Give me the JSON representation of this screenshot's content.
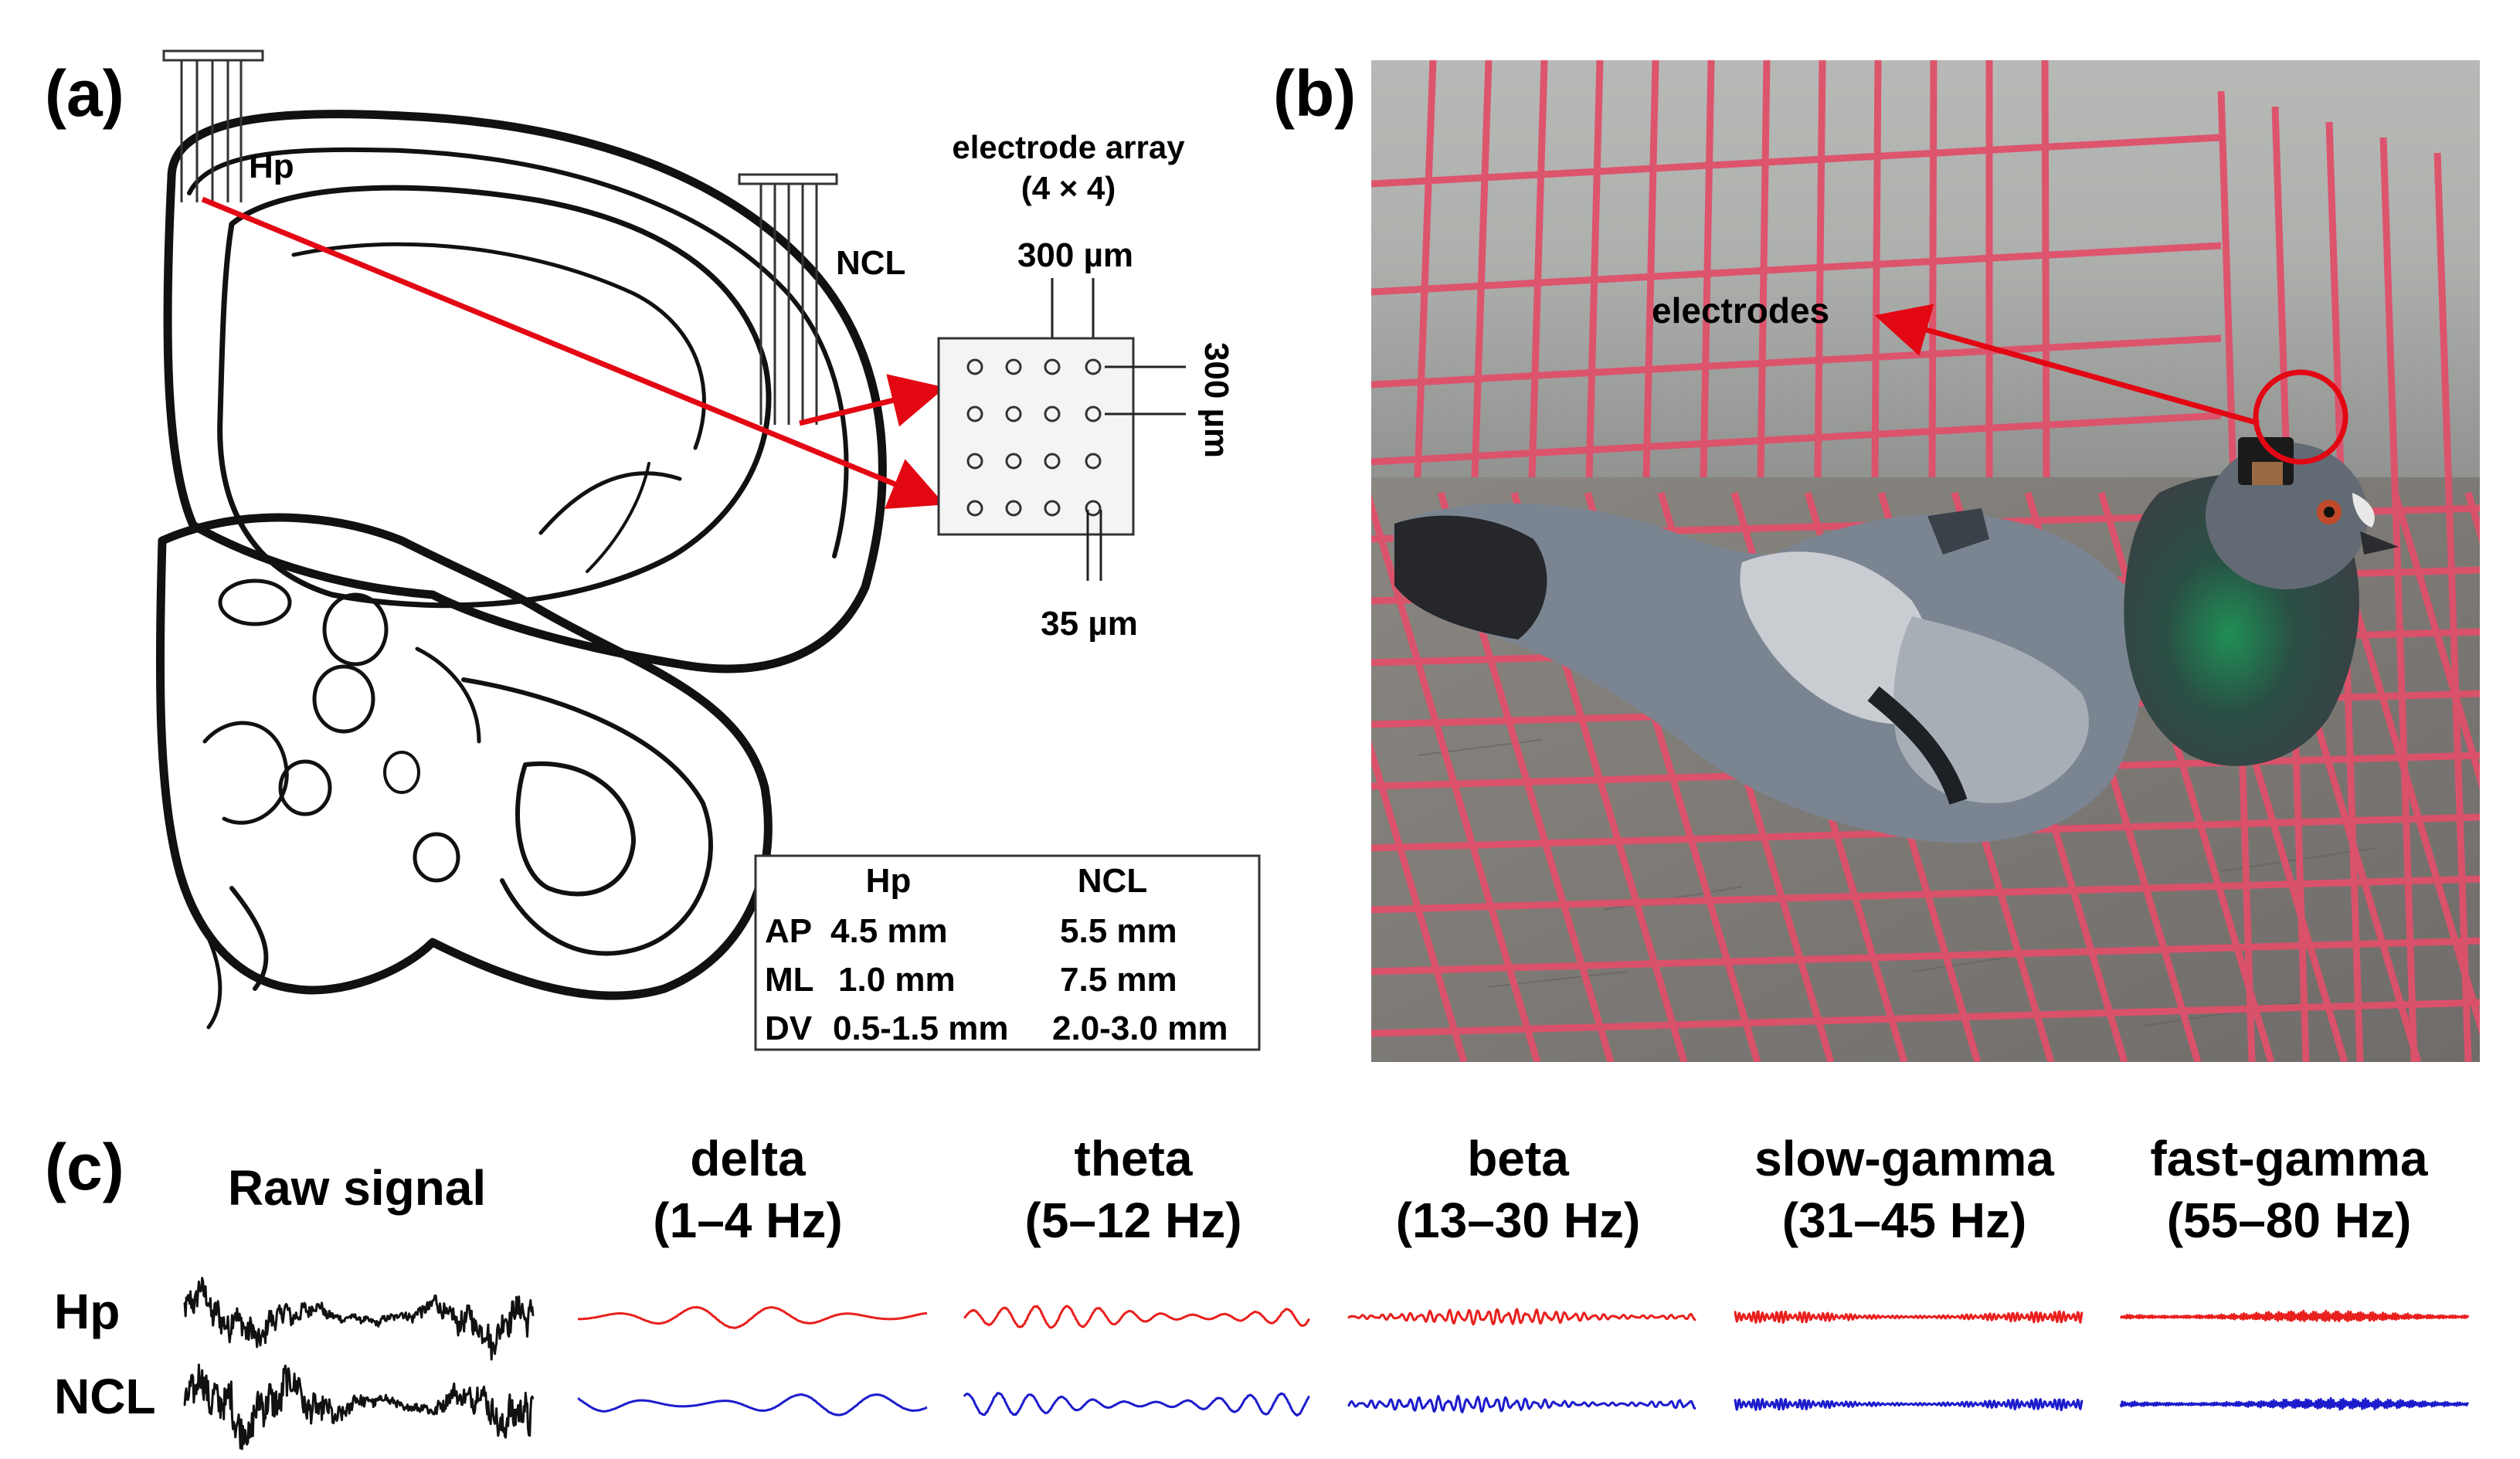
{
  "panels": {
    "a": "(a)",
    "b": "(b)",
    "c": "(c)"
  },
  "brain": {
    "hp_label": "Hp",
    "ncl_label": "NCL"
  },
  "electrode_array": {
    "title_line1": "electrode array",
    "title_line2": "(4 × 4)",
    "spacing_top": "300 µm",
    "spacing_side": "300 µm",
    "diameter": "35 µm"
  },
  "coord_table": {
    "headers": [
      "",
      "Hp",
      "NCL"
    ],
    "rows": [
      [
        "AP",
        "4.5 mm",
        "5.5 mm"
      ],
      [
        "ML",
        "1.0 mm",
        "7.5 mm"
      ],
      [
        "DV",
        "0.5-1.5 mm",
        "2.0-3.0 mm"
      ]
    ]
  },
  "photo": {
    "label": "electrodes"
  },
  "signals": {
    "rows": [
      "Hp",
      "NCL"
    ],
    "raw_title": "Raw signal",
    "bands": [
      {
        "name": "delta",
        "range": "(1–4 Hz)"
      },
      {
        "name": "theta",
        "range": "(5–12 Hz)"
      },
      {
        "name": "beta",
        "range": "(13–30 Hz)"
      },
      {
        "name": "slow-gamma",
        "range": "(31–45 Hz)"
      },
      {
        "name": "fast-gamma",
        "range": "(55–80 Hz)"
      }
    ]
  },
  "colors": {
    "hp_trace": "#e8201e",
    "ncl_trace": "#1c1ccc",
    "raw_trace": "#111111",
    "arrow": "#e30613",
    "cage": "#e0506a"
  }
}
